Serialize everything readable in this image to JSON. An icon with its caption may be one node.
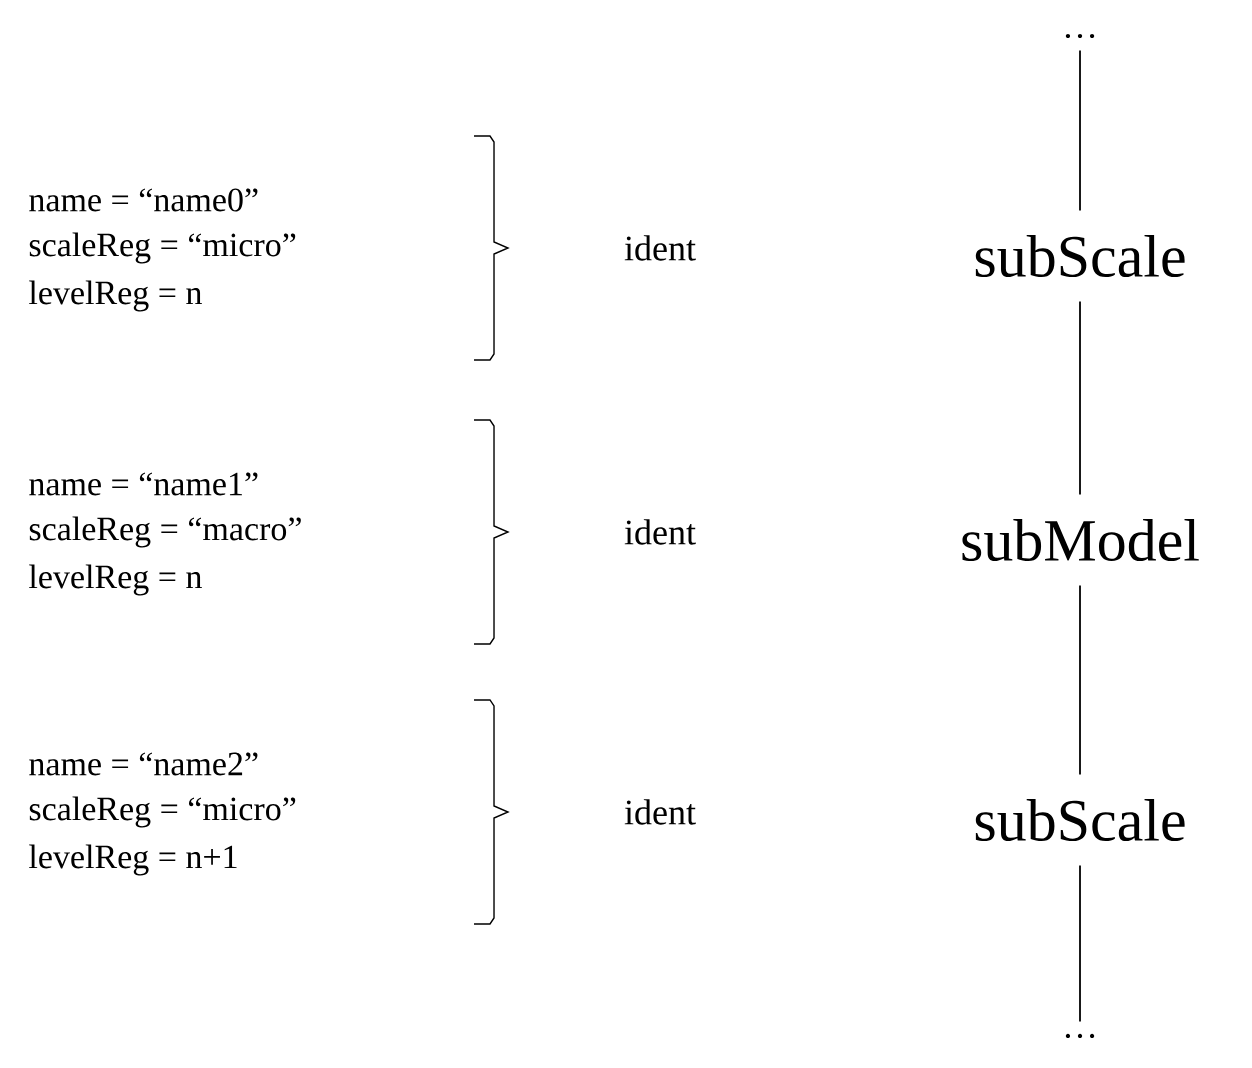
{
  "diagram": {
    "nodes": [
      {
        "text": [
          "…"
        ]
      },
      {
        "text": [
          "subScale"
        ]
      },
      {
        "text": [
          "subModel"
        ]
      },
      {
        "text": [
          "subScale"
        ]
      },
      {
        "text": [
          "…"
        ]
      }
    ],
    "edges": [
      {
        "from": 0,
        "to": 1,
        "arrow": "none"
      },
      {
        "from": 1,
        "to": 2,
        "arrow": "none"
      },
      {
        "from": 2,
        "to": 3,
        "arrow": "none"
      },
      {
        "from": 3,
        "to": 4,
        "arrow": "none"
      }
    ],
    "labels": [
      "name = “name0”",
      "scaleReg = “micro”",
      "levelReg = n",
      "ident",
      "name = “name1”",
      "scaleReg = “macro”",
      "levelReg = n",
      "ident",
      "name = “name2”",
      "scaleReg = “micro”",
      "levelReg = n+1",
      "ident"
    ]
  }
}
